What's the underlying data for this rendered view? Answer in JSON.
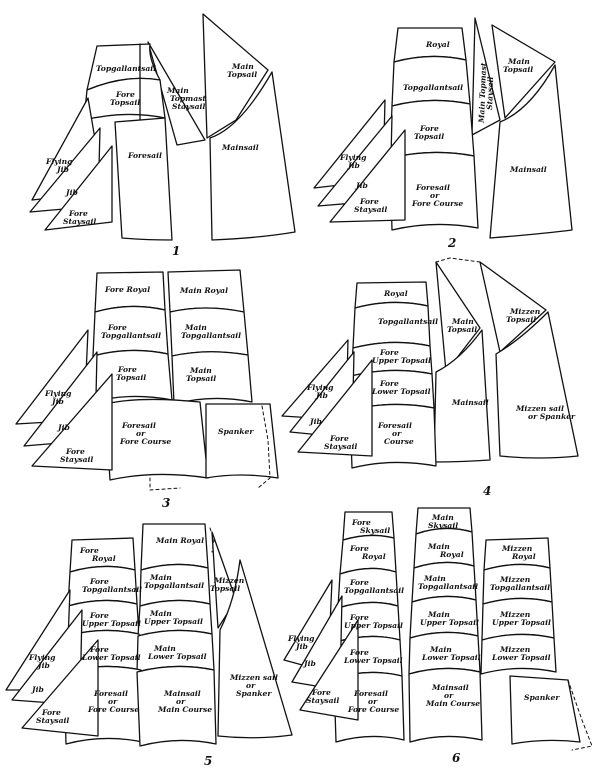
{
  "figure_numbers": [
    "1",
    "2",
    "3",
    "4",
    "5",
    "6"
  ],
  "rig1": {
    "topgallant": "Topgallantsail",
    "fore_topsail": [
      "Fore",
      "Topsail"
    ],
    "main_topmast_staysail": [
      "Main",
      "Topmast",
      "Staysail"
    ],
    "main_topsail": [
      "Main",
      "Topsail"
    ],
    "flying_jib": [
      "Flying",
      "Jib"
    ],
    "jib": "Jib",
    "fore_staysail": [
      "Fore",
      "Staysail"
    ],
    "foresail": "Foresail",
    "mainsail": "Mainsail"
  },
  "rig2": {
    "royal": "Royal",
    "topgallant": "Topgallantsail",
    "main_topmast_staysail": [
      "Main Topmast",
      "Staysail"
    ],
    "main_topsail": [
      "Main",
      "Topsail"
    ],
    "fore_topsail": [
      "Fore",
      "Topsail"
    ],
    "flying_jib": [
      "Flying",
      "Jib"
    ],
    "jib": "Jib",
    "fore_staysail": [
      "Fore",
      "Staysail"
    ],
    "foresail": [
      "Foresail",
      "or",
      "Fore Course"
    ],
    "mainsail": "Mainsail"
  },
  "rig3": {
    "fore_royal": "Fore Royal",
    "main_royal": "Main Royal",
    "fore_topgallant": [
      "Fore",
      "Topgallantsail"
    ],
    "main_topgallant": [
      "Main",
      "Topgallantsail"
    ],
    "fore_topsail": [
      "Fore",
      "Topsail"
    ],
    "main_topsail": [
      "Main",
      "Topsail"
    ],
    "flying_jib": [
      "Flying",
      "Jib"
    ],
    "jib": "Jib",
    "fore_staysail": [
      "Fore",
      "Staysail"
    ],
    "foresail": [
      "Foresail",
      "or",
      "Fore Course"
    ],
    "spanker": "Spanker"
  },
  "rig4": {
    "royal": "Royal",
    "topgallant": "Topgallantsail",
    "main_topsail": [
      "Main",
      "Topsail"
    ],
    "mizzen_topsail": [
      "Mizzen",
      "Topsail"
    ],
    "fore_upper_topsail": [
      "Fore",
      "Upper Topsail"
    ],
    "fore_lower_topsail": [
      "Fore",
      "Lower Topsail"
    ],
    "flying_jib": [
      "Flying",
      "Jib"
    ],
    "jib": "Jib",
    "fore_staysail": [
      "Fore",
      "Staysail"
    ],
    "foresail": [
      "Foresail",
      "or",
      "Course"
    ],
    "mainsail": "Mainsail",
    "mizzen_sail": [
      "Mizzen sail",
      "or Spanker"
    ]
  },
  "rig5": {
    "fore_royal": [
      "Fore",
      "Royal"
    ],
    "main_royal": "Main Royal",
    "fore_topgallant": [
      "Fore",
      "Topgallantsail"
    ],
    "main_topgallant": [
      "Main",
      "Topgallantsail"
    ],
    "mizzen_topsail": [
      "Mizzen",
      "Topsail"
    ],
    "fore_upper_topsail": [
      "Fore",
      "Upper Topsail"
    ],
    "main_upper_topsail": [
      "Main",
      "Upper Topsail"
    ],
    "fore_lower_topsail": [
      "Fore",
      "Lower Topsail"
    ],
    "main_lower_topsail": [
      "Main",
      "Lower Topsail"
    ],
    "flying_jib": [
      "Flying",
      "Jib"
    ],
    "jib": "Jib",
    "fore_staysail": [
      "Fore",
      "Staysail"
    ],
    "foresail": [
      "Foresail",
      "or",
      "Fore Course"
    ],
    "mainsail": [
      "Mainsail",
      "or",
      "Main Course"
    ],
    "mizzen_sail": [
      "Mizzen sail",
      "or",
      "Spanker"
    ]
  },
  "rig6": {
    "fore_skysail": [
      "Fore",
      "Skysail"
    ],
    "main_skysail": [
      "Main",
      "Skysail"
    ],
    "fore_royal": [
      "Fore",
      "Royal"
    ],
    "main_royal": [
      "Main",
      "Royal"
    ],
    "mizzen_royal": [
      "Mizzen",
      "Royal"
    ],
    "fore_topgallant": [
      "Fore",
      "Topgallantsail"
    ],
    "main_topgallant": [
      "Main",
      "Topgallantsail"
    ],
    "mizzen_topgallant": [
      "Mizzen",
      "Topgallantsail"
    ],
    "fore_upper_topsail": [
      "Fore",
      "Upper Topsail"
    ],
    "main_upper_topsail": [
      "Main",
      "Upper Topsail"
    ],
    "mizzen_upper_topsail": [
      "Mizzen",
      "Upper Topsail"
    ],
    "fore_lower_topsail": [
      "Fore",
      "Lower Topsail"
    ],
    "main_lower_topsail": [
      "Main",
      "Lower Topsail"
    ],
    "mizzen_lower_topsail": [
      "Mizzen",
      "Lower Topsail"
    ],
    "flying_jib": [
      "Flying",
      "Jib"
    ],
    "jib": "Jib",
    "fore_staysail": [
      "Fore",
      "Staysail"
    ],
    "foresail": [
      "Foresail",
      "or",
      "Fore Course"
    ],
    "mainsail": [
      "Mainsail",
      "or",
      "Main Course"
    ],
    "spanker": "Spanker"
  }
}
